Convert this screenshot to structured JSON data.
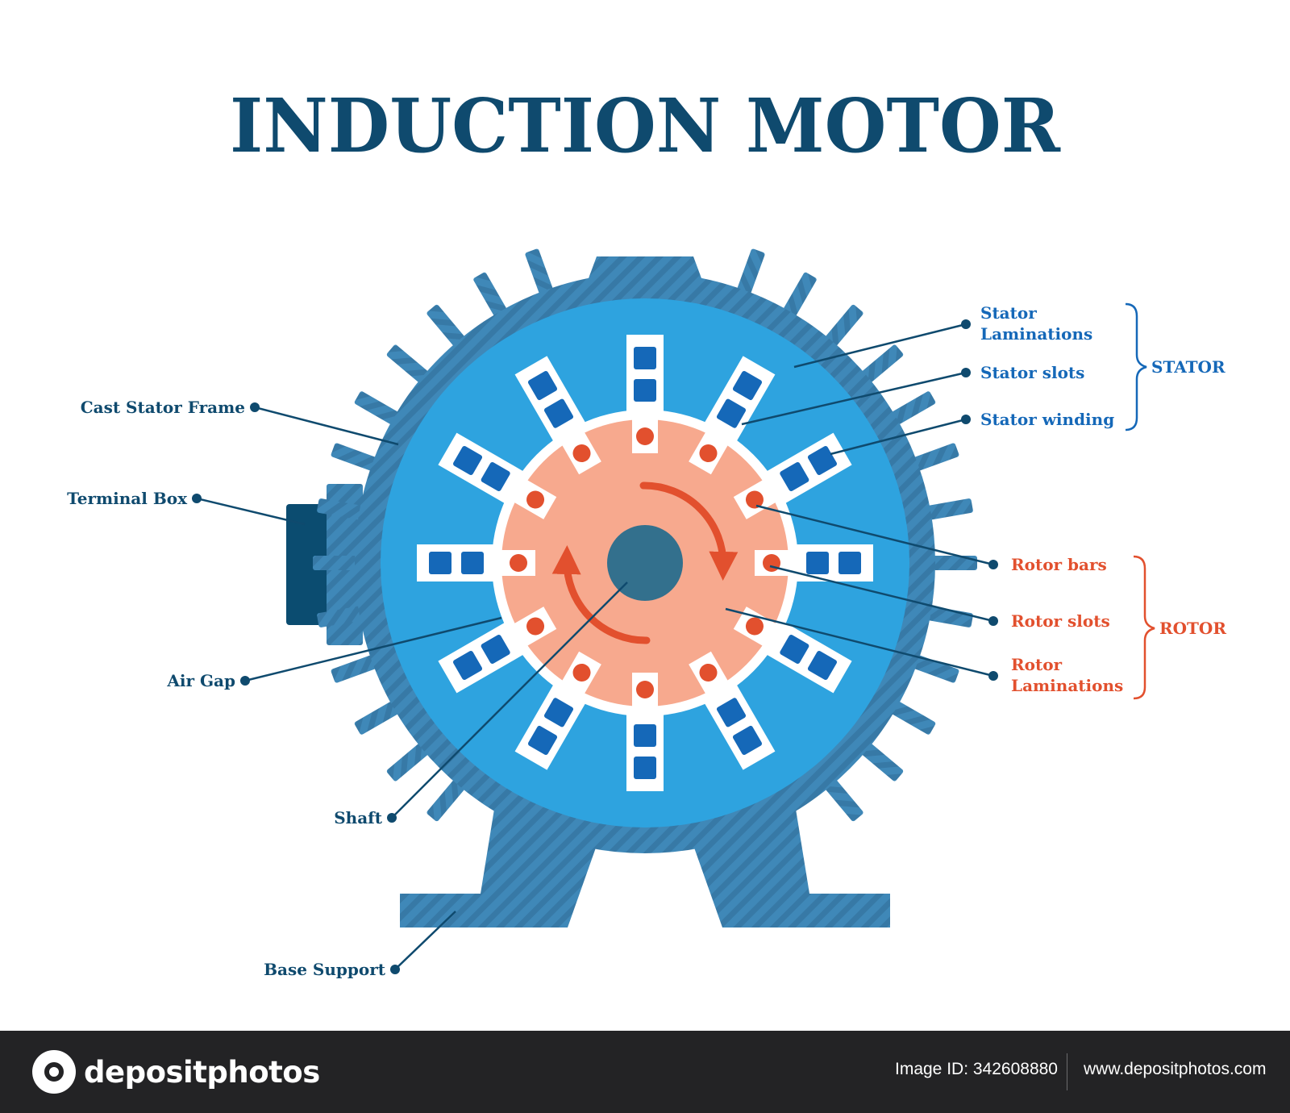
{
  "title": "INDUCTION MOTOR",
  "colors": {
    "title": "#0f4a6e",
    "frame": "#3f88b8",
    "stator": "#2ea3df",
    "rotor": "#f7a98e",
    "winding": "#1568b8",
    "rotor_bar": "#e2502e",
    "shaft": "#33708d",
    "terminal_box": "#0b4c70",
    "label_dark": "#0f4a6e",
    "label_blue": "#1568b8",
    "label_red": "#e2502e"
  },
  "labels": {
    "cast_stator_frame": "Cast Stator Frame",
    "terminal_box": "Terminal Box",
    "air_gap": "Air Gap",
    "shaft": "Shaft",
    "base_support": "Base Support",
    "stator_laminations_1": "Stator",
    "stator_laminations_2": "Laminations",
    "stator_slots": "Stator slots",
    "stator_winding": "Stator winding",
    "stator_group": "STATOR",
    "rotor_bars": "Rotor bars",
    "rotor_slots": "Rotor slots",
    "rotor_laminations_1": "Rotor",
    "rotor_laminations_2": "Laminations",
    "rotor_group": "ROTOR"
  },
  "footer": {
    "brand": "depositphotos",
    "image_id": "Image ID: 342608880",
    "site": "www.depositphotos.com"
  }
}
